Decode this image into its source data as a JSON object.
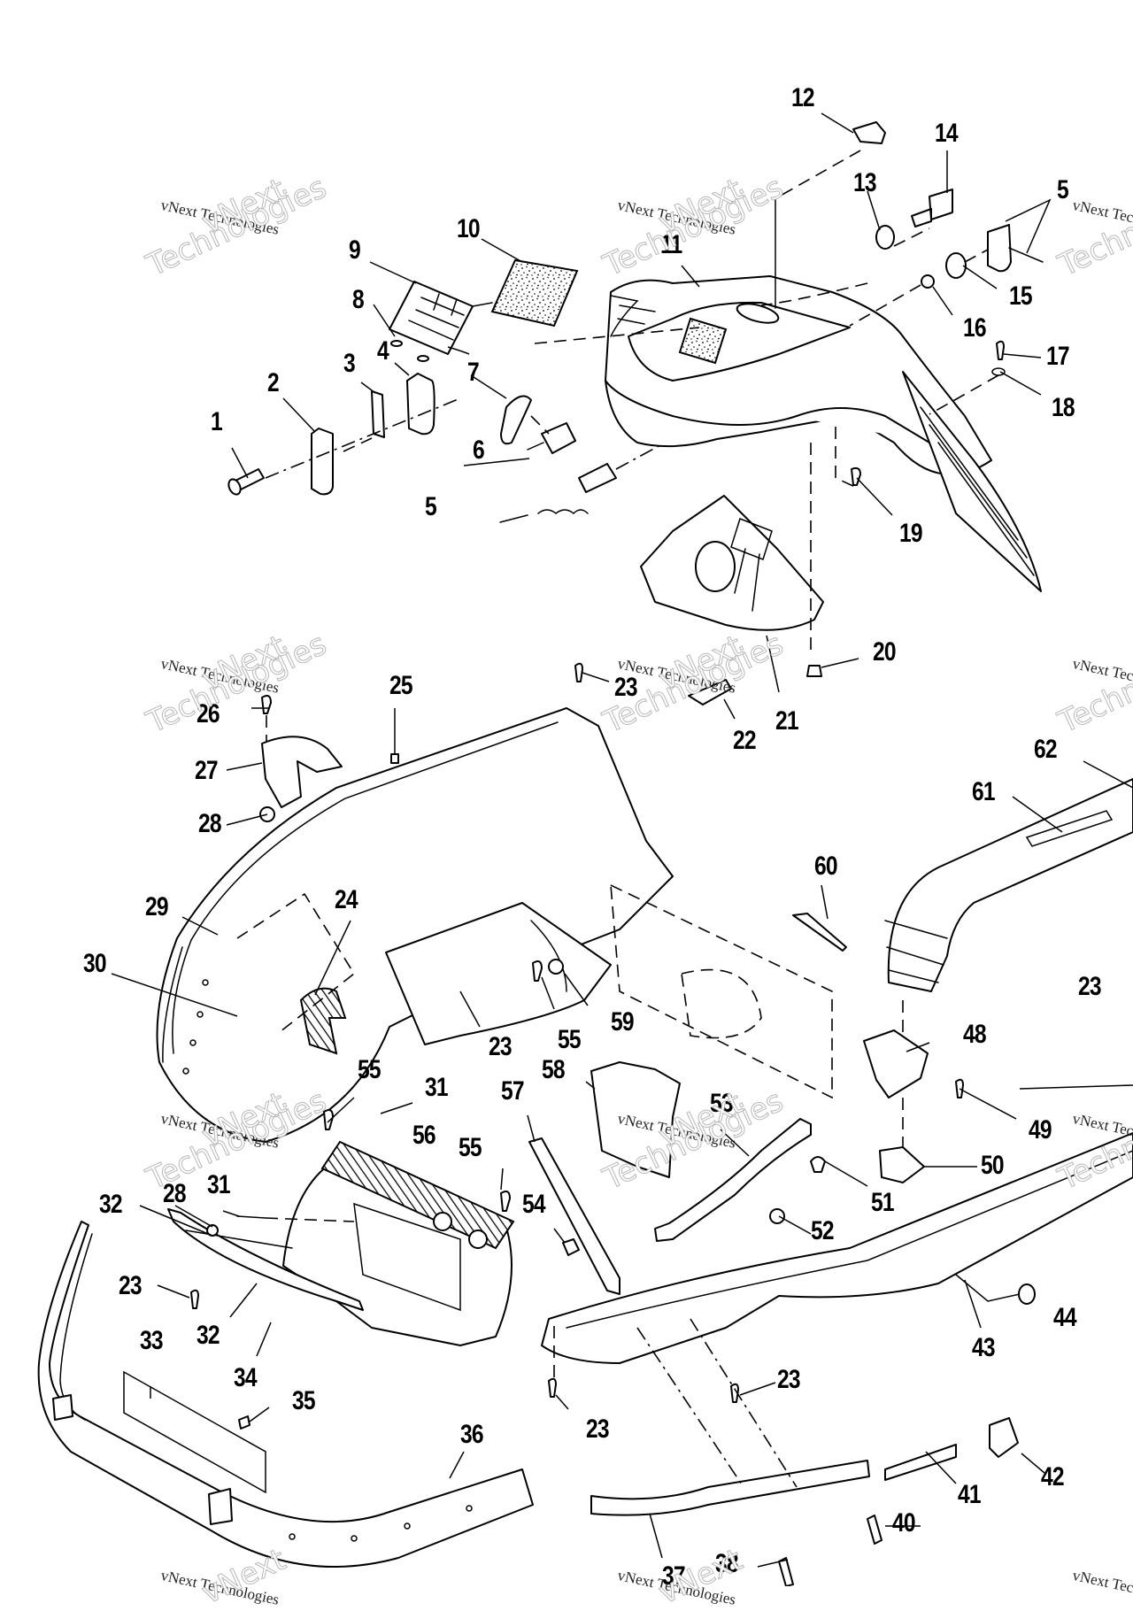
{
  "diagram": {
    "title": "Hood / Nose Pan / Bumper Exploded Parts Diagram",
    "watermark": {
      "small_text": "vNext Technologies",
      "outline_line1": "vNext",
      "outline_line2": "Technologies"
    },
    "callouts": [
      {
        "id": "c1",
        "label": "1"
      },
      {
        "id": "c2",
        "label": "2"
      },
      {
        "id": "c3",
        "label": "3"
      },
      {
        "id": "c4",
        "label": "4"
      },
      {
        "id": "c5a",
        "label": "5"
      },
      {
        "id": "c5b",
        "label": "5"
      },
      {
        "id": "c6",
        "label": "6"
      },
      {
        "id": "c7",
        "label": "7"
      },
      {
        "id": "c8",
        "label": "8"
      },
      {
        "id": "c9",
        "label": "9"
      },
      {
        "id": "c10",
        "label": "10"
      },
      {
        "id": "c11",
        "label": "11"
      },
      {
        "id": "c12",
        "label": "12"
      },
      {
        "id": "c13",
        "label": "13"
      },
      {
        "id": "c14",
        "label": "14"
      },
      {
        "id": "c15",
        "label": "15"
      },
      {
        "id": "c16",
        "label": "16"
      },
      {
        "id": "c17",
        "label": "17"
      },
      {
        "id": "c18",
        "label": "18"
      },
      {
        "id": "c19",
        "label": "19"
      },
      {
        "id": "c20",
        "label": "20"
      },
      {
        "id": "c21",
        "label": "21"
      },
      {
        "id": "c22",
        "label": "22"
      },
      {
        "id": "c23a",
        "label": "23"
      },
      {
        "id": "c23b",
        "label": "23"
      },
      {
        "id": "c23c",
        "label": "23"
      },
      {
        "id": "c23d",
        "label": "23"
      },
      {
        "id": "c23e",
        "label": "23"
      },
      {
        "id": "c23f",
        "label": "23"
      },
      {
        "id": "c24",
        "label": "24"
      },
      {
        "id": "c25",
        "label": "25"
      },
      {
        "id": "c26",
        "label": "26"
      },
      {
        "id": "c27",
        "label": "27"
      },
      {
        "id": "c28a",
        "label": "28"
      },
      {
        "id": "c28b",
        "label": "28"
      },
      {
        "id": "c29",
        "label": "29"
      },
      {
        "id": "c30",
        "label": "30"
      },
      {
        "id": "c31a",
        "label": "31"
      },
      {
        "id": "c31b",
        "label": "31"
      },
      {
        "id": "c32a",
        "label": "32"
      },
      {
        "id": "c32b",
        "label": "32"
      },
      {
        "id": "c33",
        "label": "33"
      },
      {
        "id": "c34",
        "label": "34"
      },
      {
        "id": "c35",
        "label": "35"
      },
      {
        "id": "c36",
        "label": "36"
      },
      {
        "id": "c37",
        "label": "37"
      },
      {
        "id": "c38",
        "label": "38"
      },
      {
        "id": "c40",
        "label": "40"
      },
      {
        "id": "c41",
        "label": "41"
      },
      {
        "id": "c42",
        "label": "42"
      },
      {
        "id": "c43",
        "label": "43"
      },
      {
        "id": "c44",
        "label": "44"
      },
      {
        "id": "c48",
        "label": "48"
      },
      {
        "id": "c49",
        "label": "49"
      },
      {
        "id": "c50",
        "label": "50"
      },
      {
        "id": "c51",
        "label": "51"
      },
      {
        "id": "c52",
        "label": "52"
      },
      {
        "id": "c53",
        "label": "53"
      },
      {
        "id": "c54",
        "label": "54"
      },
      {
        "id": "c55a",
        "label": "55"
      },
      {
        "id": "c55b",
        "label": "55"
      },
      {
        "id": "c55c",
        "label": "55"
      },
      {
        "id": "c56",
        "label": "56"
      },
      {
        "id": "c57",
        "label": "57"
      },
      {
        "id": "c58",
        "label": "58"
      },
      {
        "id": "c59",
        "label": "59"
      },
      {
        "id": "c60",
        "label": "60"
      },
      {
        "id": "c61",
        "label": "61"
      },
      {
        "id": "c62",
        "label": "62"
      }
    ]
  }
}
